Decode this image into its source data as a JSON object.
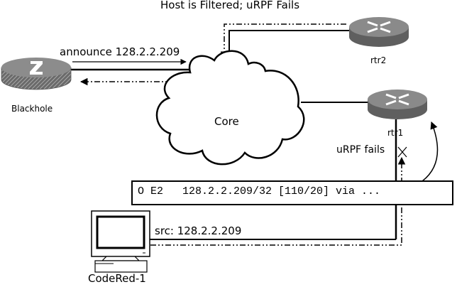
{
  "title": "Host is Filtered; uRPF Fails",
  "nodes": {
    "blackhole": {
      "label": "Blackhole",
      "glyph": "Z"
    },
    "core": {
      "label": "Core"
    },
    "rtr2": {
      "label": "rtr2"
    },
    "rtr1": {
      "label": "rtr1"
    },
    "host": {
      "label": "CodeRed-1"
    }
  },
  "annotations": {
    "announce": "announce 128.2.2.209",
    "urpf_fails": "uRPF fails",
    "src": "src: 128.2.2.209",
    "route_entry": "O E2   128.2.2.209/32 [110/20] via ..."
  },
  "colors": {
    "router_top": "#8a8a8a",
    "router_side": "#5f5f5f",
    "line": "#000000"
  }
}
